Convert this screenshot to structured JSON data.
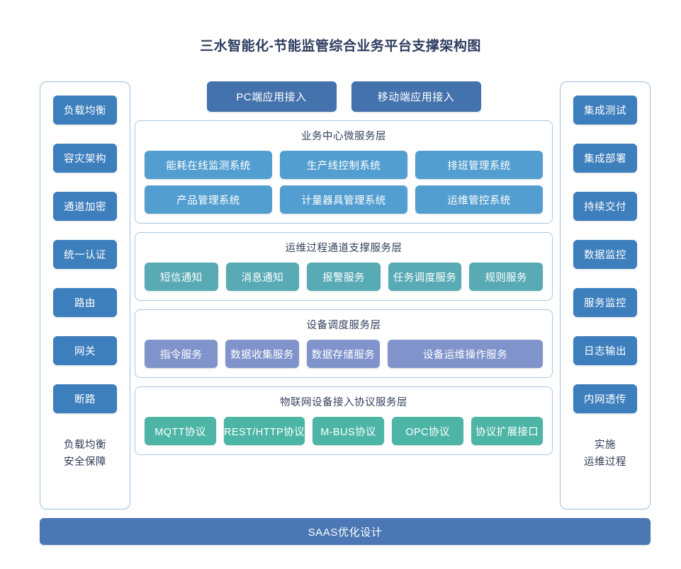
{
  "title": "三水智能化-节能监管综合业务平台支撑架构图",
  "colors": {
    "sidebar_button": "#3d7ebc",
    "access_button": "#4472ad",
    "business_node": "#539ed0",
    "support_node": "#58aab5",
    "device_node": "#8094cb",
    "protocol_node": "#4cb5a6",
    "bottom_bar": "#4b77b4",
    "panel_border": "#a9c7e6",
    "title_text": "#2e3c60"
  },
  "left_sidebar": {
    "items": [
      {
        "label": "负载均衡"
      },
      {
        "label": "容灾架构"
      },
      {
        "label": "通道加密"
      },
      {
        "label": "统一认证"
      },
      {
        "label": "路由"
      },
      {
        "label": "网关"
      },
      {
        "label": "断路"
      }
    ],
    "footer_line1": "负载均衡",
    "footer_line2": "安全保障"
  },
  "right_sidebar": {
    "items": [
      {
        "label": "集成测试"
      },
      {
        "label": "集成部署"
      },
      {
        "label": "持续交付"
      },
      {
        "label": "数据监控"
      },
      {
        "label": "服务监控"
      },
      {
        "label": "日志输出"
      },
      {
        "label": "内网透传"
      }
    ],
    "footer_line1": "实施",
    "footer_line2": "运维过程"
  },
  "access_row": {
    "buttons": [
      {
        "label": "PC端应用接入"
      },
      {
        "label": "移动端应用接入"
      }
    ]
  },
  "layers": [
    {
      "title": "业务中心微服务层",
      "rows": [
        [
          {
            "label": "能耗在线监测系统"
          },
          {
            "label": "生产线控制系统"
          },
          {
            "label": "排班管理系统"
          }
        ],
        [
          {
            "label": "产品管理系统"
          },
          {
            "label": "计量器具管理系统"
          },
          {
            "label": "运维管控系统"
          }
        ]
      ]
    },
    {
      "title": "运维过程通道支撑服务层",
      "rows": [
        [
          {
            "label": "短信通知"
          },
          {
            "label": "消息通知"
          },
          {
            "label": "报警服务"
          },
          {
            "label": "任务调度服务"
          },
          {
            "label": "规则服务"
          }
        ]
      ]
    },
    {
      "title": "设备调度服务层",
      "rows": [
        [
          {
            "label": "指令服务"
          },
          {
            "label": "数据收集服务"
          },
          {
            "label": "数据存储服务"
          },
          {
            "label": "设备运维操作服务",
            "wide": true
          }
        ]
      ]
    },
    {
      "title": "物联网设备接入协议服务层",
      "rows": [
        [
          {
            "label": "MQTT协议"
          },
          {
            "label": "REST/HTTP协议"
          },
          {
            "label": "M-BUS协议"
          },
          {
            "label": "OPC协议"
          },
          {
            "label": "协议扩展接口"
          }
        ]
      ]
    }
  ],
  "bottom_bar": {
    "label": "SAAS优化设计"
  }
}
